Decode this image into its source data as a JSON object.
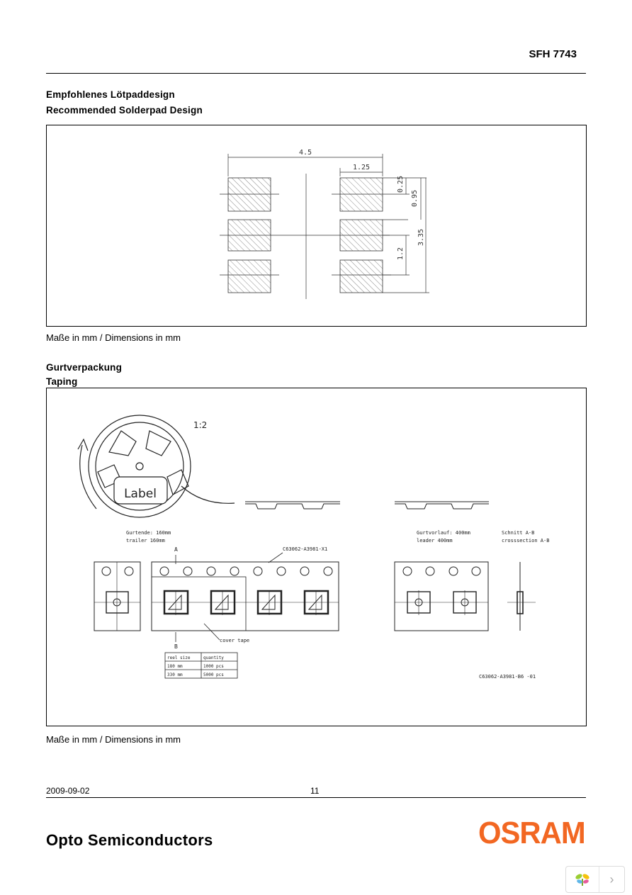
{
  "header": {
    "part_number": "SFH 7743"
  },
  "section1": {
    "title_de": "Empfohlenes Lötpaddesign",
    "title_en": "Recommended Solderpad Design",
    "dims": {
      "overall_width": "4.5",
      "pad_width": "1.25",
      "d1": "0.25",
      "d2": "0.95",
      "pitch": "1.2",
      "overall_height": "3.35"
    },
    "caption": "Maße in mm / Dimensions in mm"
  },
  "section2": {
    "title_de": "Gurtverpackung",
    "title_en": "Taping",
    "scale": "1:2",
    "reel_label": "Label",
    "trailer_de": "Gurtende: 160mm",
    "trailer_en": "trailer      160mm",
    "leader_de": "Gurtvorlauf: 400mm",
    "leader_en": "leader        400mm",
    "section_de": "Schnitt A-B",
    "section_en": "crosssection A-B",
    "marker_a": "A",
    "marker_b": "B",
    "drawing_ref": "C63062-A3981-X1",
    "cover_tape": "cover tape",
    "table": {
      "headers": [
        "reel size",
        "quantity"
      ],
      "rows": [
        [
          "180 mm",
          "1000 pcs"
        ],
        [
          "330 mm",
          "5000 pcs"
        ]
      ]
    },
    "drawing_number": "C63062-A3981-B6 -01",
    "caption": "Maße in mm / Dimensions in mm"
  },
  "footer": {
    "date": "2009-09-02",
    "page": "11",
    "company": "Opto Semiconductors",
    "logo": "OSRAM"
  },
  "colors": {
    "logo": "#f26722",
    "nav_icon": "#9acd32"
  }
}
